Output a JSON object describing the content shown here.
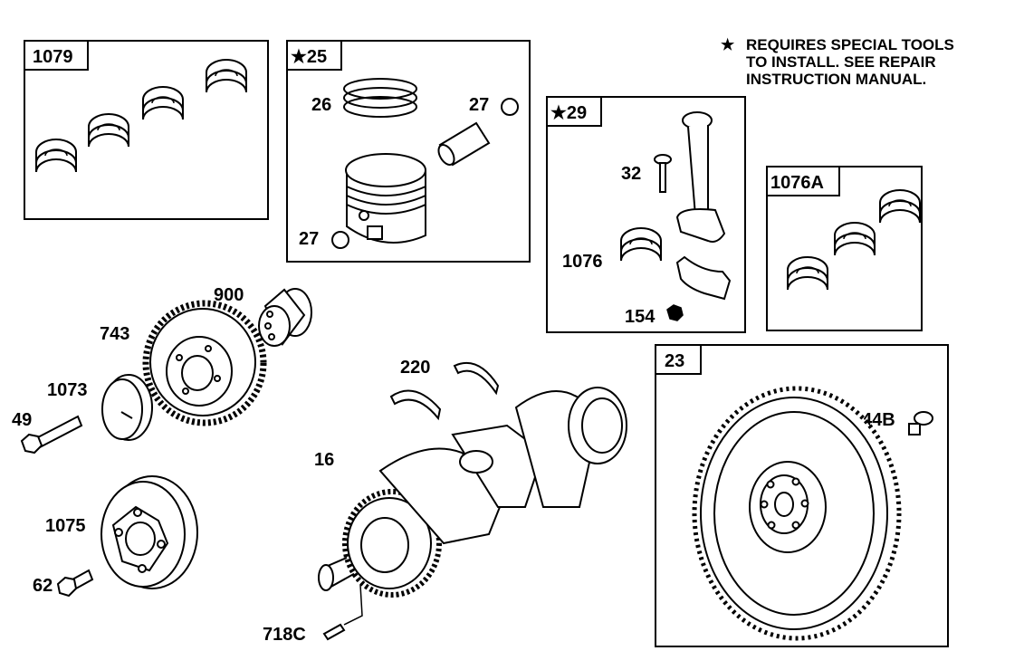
{
  "note": {
    "star": "★",
    "lines": [
      "REQUIRES SPECIAL TOOLS",
      "TO INSTALL.  SEE REPAIR",
      "INSTRUCTION MANUAL."
    ]
  },
  "boxes": {
    "b1079": "1079",
    "b25": "★25",
    "b29": "★29",
    "b1076a": "1076A",
    "b23": "23"
  },
  "parts": {
    "p26": "26",
    "p27a": "27",
    "p27b": "27",
    "p32": "32",
    "p1076": "1076",
    "p154": "154",
    "p900": "900",
    "p743": "743",
    "p1073": "1073",
    "p49": "49",
    "p220": "220",
    "p16": "16",
    "p1075": "1075",
    "p62": "62",
    "p718c": "718C",
    "p44b": "44B"
  }
}
